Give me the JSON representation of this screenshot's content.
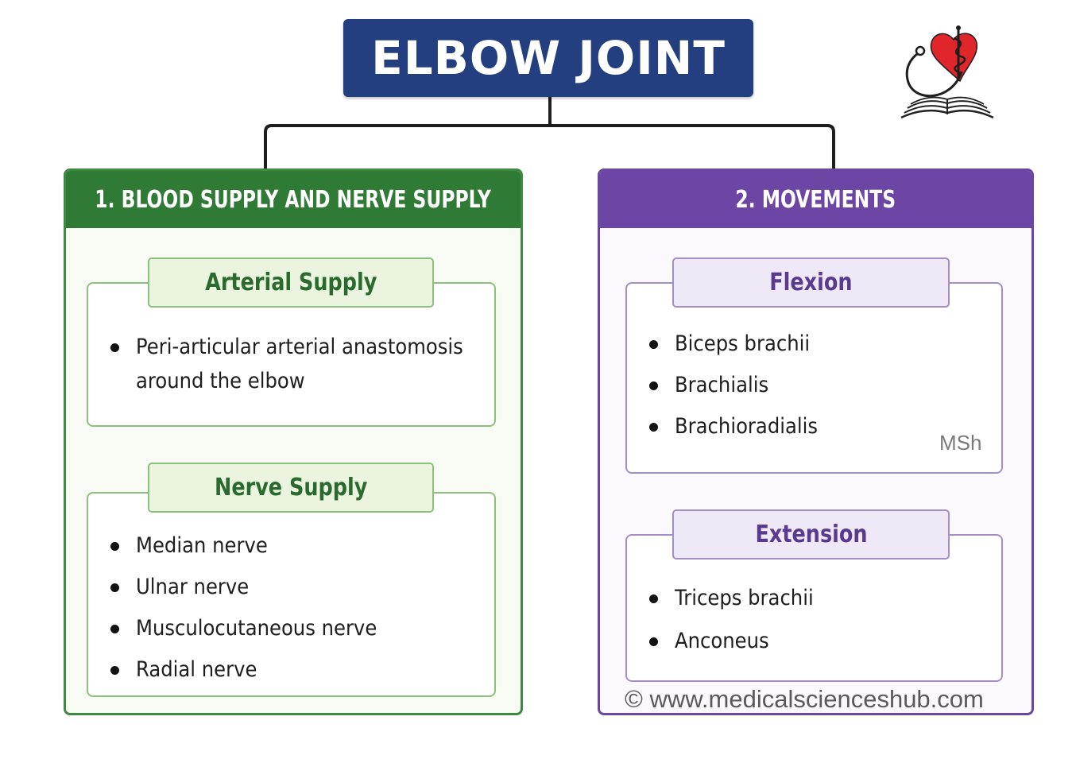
{
  "title": "ELBOW JOINT",
  "left_panel": {
    "header": "1. BLOOD SUPPLY AND NERVE SUPPLY",
    "arterial": {
      "label": "Arterial Supply",
      "line1": "Peri-articular arterial anastomosis",
      "line2": "around the elbow"
    },
    "nerve": {
      "label": "Nerve Supply",
      "items": [
        "Median nerve",
        "Ulnar nerve",
        "Musculocutaneous nerve",
        "Radial nerve"
      ]
    }
  },
  "right_panel": {
    "header": "2. MOVEMENTS",
    "flexion": {
      "label": "Flexion",
      "items": [
        "Biceps brachii",
        "Brachialis",
        "Brachioradialis"
      ]
    },
    "extension": {
      "label": "Extension",
      "items": [
        "Triceps brachii",
        "Anconeus"
      ]
    }
  },
  "watermark": "MSh",
  "footer": "© www.medicalscienceshub.com",
  "colors": {
    "title_bg": "#243f7f",
    "green_header": "#2f7a34",
    "purple_header": "#6d45a5",
    "heart": "#e0262b"
  },
  "logo_icon": "stethoscope-heart-book-icon"
}
